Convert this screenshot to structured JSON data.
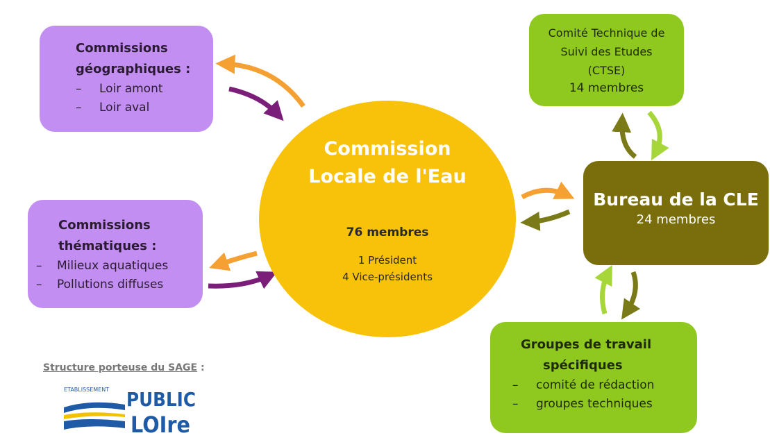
{
  "geo": {
    "title1": "Commissions",
    "title2": "géographiques :",
    "items": [
      "Loir amont",
      "Loir aval"
    ]
  },
  "theme": {
    "title1": "Commissions",
    "title2": "thématiques :",
    "items": [
      "Milieux aquatiques",
      "Pollutions diffuses"
    ]
  },
  "cle": {
    "title1": "Commission",
    "title2": "Locale de l'Eau",
    "members": "76 membres",
    "president": "1 Président",
    "vice": "4 Vice-présidents"
  },
  "ctse": {
    "line1": "Comité Technique de",
    "line2": "Suivi des Etudes",
    "line3": "(CTSE)",
    "members": "14 membres"
  },
  "bureau": {
    "title": "Bureau de la CLE",
    "members": "24 membres"
  },
  "groupes": {
    "title1": "Groupes de travail",
    "title2": "spécifiques",
    "items": [
      "comité de rédaction",
      "groupes techniques"
    ]
  },
  "porteuse": {
    "label": "Structure porteuse du SAGE",
    "suffix": " :"
  },
  "logo": {
    "top": "ETABLISSEMENT",
    "word1": "PUBLIC",
    "word2": "LOIre"
  },
  "colors": {
    "purple_box": "#c38ef2",
    "circle": "#f8c10a",
    "light_green_box": "#8fc91f",
    "olive_box": "#7a6e0c",
    "orange_arrow": "#f5a032",
    "purple_arrow": "#7b1e7a",
    "olive_arrow": "#7a7a18",
    "light_green_arrow": "#a6d63a",
    "logo_blue": "#1f5aa6"
  }
}
